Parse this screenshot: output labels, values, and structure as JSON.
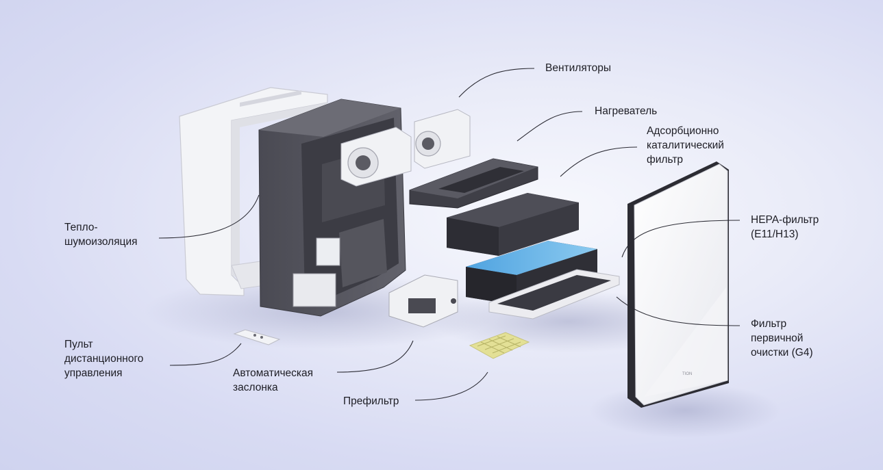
{
  "labels": {
    "fans": [
      "Вентиляторы"
    ],
    "heater": [
      "Нагреватель"
    ],
    "adsorption_filter": [
      "Адсорбционно",
      "каталитический",
      "фильтр"
    ],
    "insulation": [
      "Тепло-",
      "шумоизоляция"
    ],
    "hepa_filter": [
      "HEPA-фильтр",
      "(E11/H13)"
    ],
    "coarse_filter": [
      "Фильтр",
      "первичной",
      "очистки (G4)"
    ],
    "remote": [
      "Пульт",
      "дистанционного",
      "управления"
    ],
    "damper": [
      "Автоматическая",
      "заслонка"
    ],
    "prefilter": [
      "Префильтр"
    ]
  },
  "front_panel": {
    "brand": "TION"
  },
  "colors": {
    "background": "#dcdff4",
    "housing": "#55555e",
    "white_parts": "#f2f3f6",
    "hepa_blue": "#6fb6e8",
    "prefilter_yellow": "#e3e096",
    "leader_line": "#2a2a33",
    "text": "#1d1d24"
  }
}
